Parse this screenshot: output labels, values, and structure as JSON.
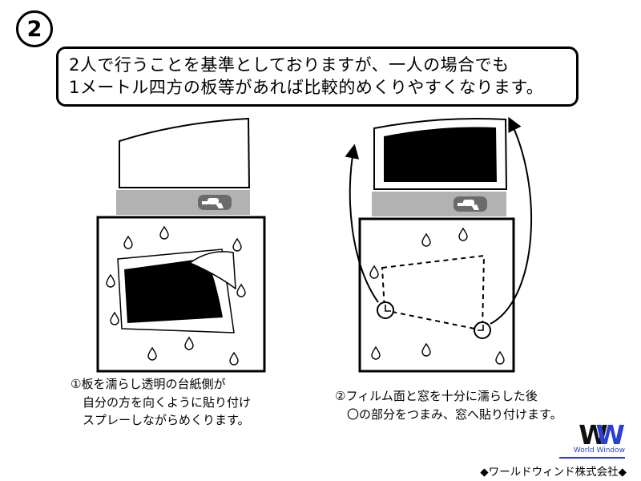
{
  "step_badge": {
    "number": "2"
  },
  "intro_box": {
    "line1": "2人で行うことを基準としておりますが、一人の場合でも",
    "line2": "1メートル四方の板等があれば比較的めくりやすくなります。"
  },
  "figures": {
    "left": {
      "caption_lines": [
        "①板を濡らし透明の台紙側が",
        "自分の方を向くように貼り付け",
        "スプレーしながらめくります。"
      ]
    },
    "right": {
      "caption_lines": [
        "②フィルム面と窓を十分に濡らした後",
        "〇の部分をつまみ、窓へ貼り付けます。"
      ]
    }
  },
  "footer": {
    "logo_w1": "W",
    "logo_w2": "W",
    "logo_subtitle": "World Window",
    "company": "◆ワールドウィンド株式会社◆"
  },
  "colors": {
    "logo_blue": "#2b3fd0",
    "bar_gray": "#b2b2b2",
    "spray_icon_gray": "#6b6b6b",
    "film_black": "#000000"
  }
}
